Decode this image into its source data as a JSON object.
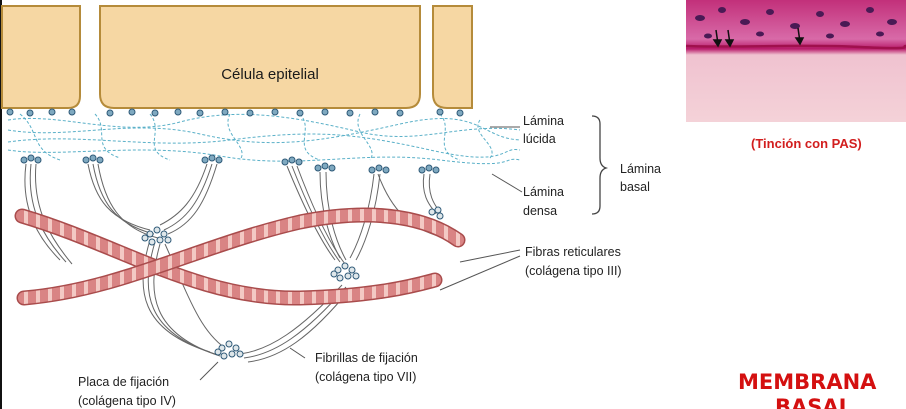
{
  "diagram": {
    "cell_label": "Célula epitelial",
    "labels": {
      "lamina_lucida_1": "Lámina",
      "lamina_lucida_2": "lúcida",
      "lamina_densa_1": "Lámina",
      "lamina_densa_2": "densa",
      "lamina_basal_1": "Lámina",
      "lamina_basal_2": "basal",
      "fibras_1": "Fibras reticulares",
      "fibras_2": "(colágena tipo III)",
      "fibrillas_1": "Fibrillas de fijación",
      "fibrillas_2": "(colágena tipo VII)",
      "placa_1": "Placa de fijación",
      "placa_2": "(colágena tipo IV)"
    }
  },
  "micrograph": {
    "caption": "(Tinción con PAS)"
  },
  "title": {
    "line1": "MEMBRANA",
    "line2": "BASAL"
  },
  "colors": {
    "cell_fill": "#f6d7a3",
    "cell_border": "#b58b3a",
    "fiber": "#d98484",
    "title_red": "#d41010"
  }
}
